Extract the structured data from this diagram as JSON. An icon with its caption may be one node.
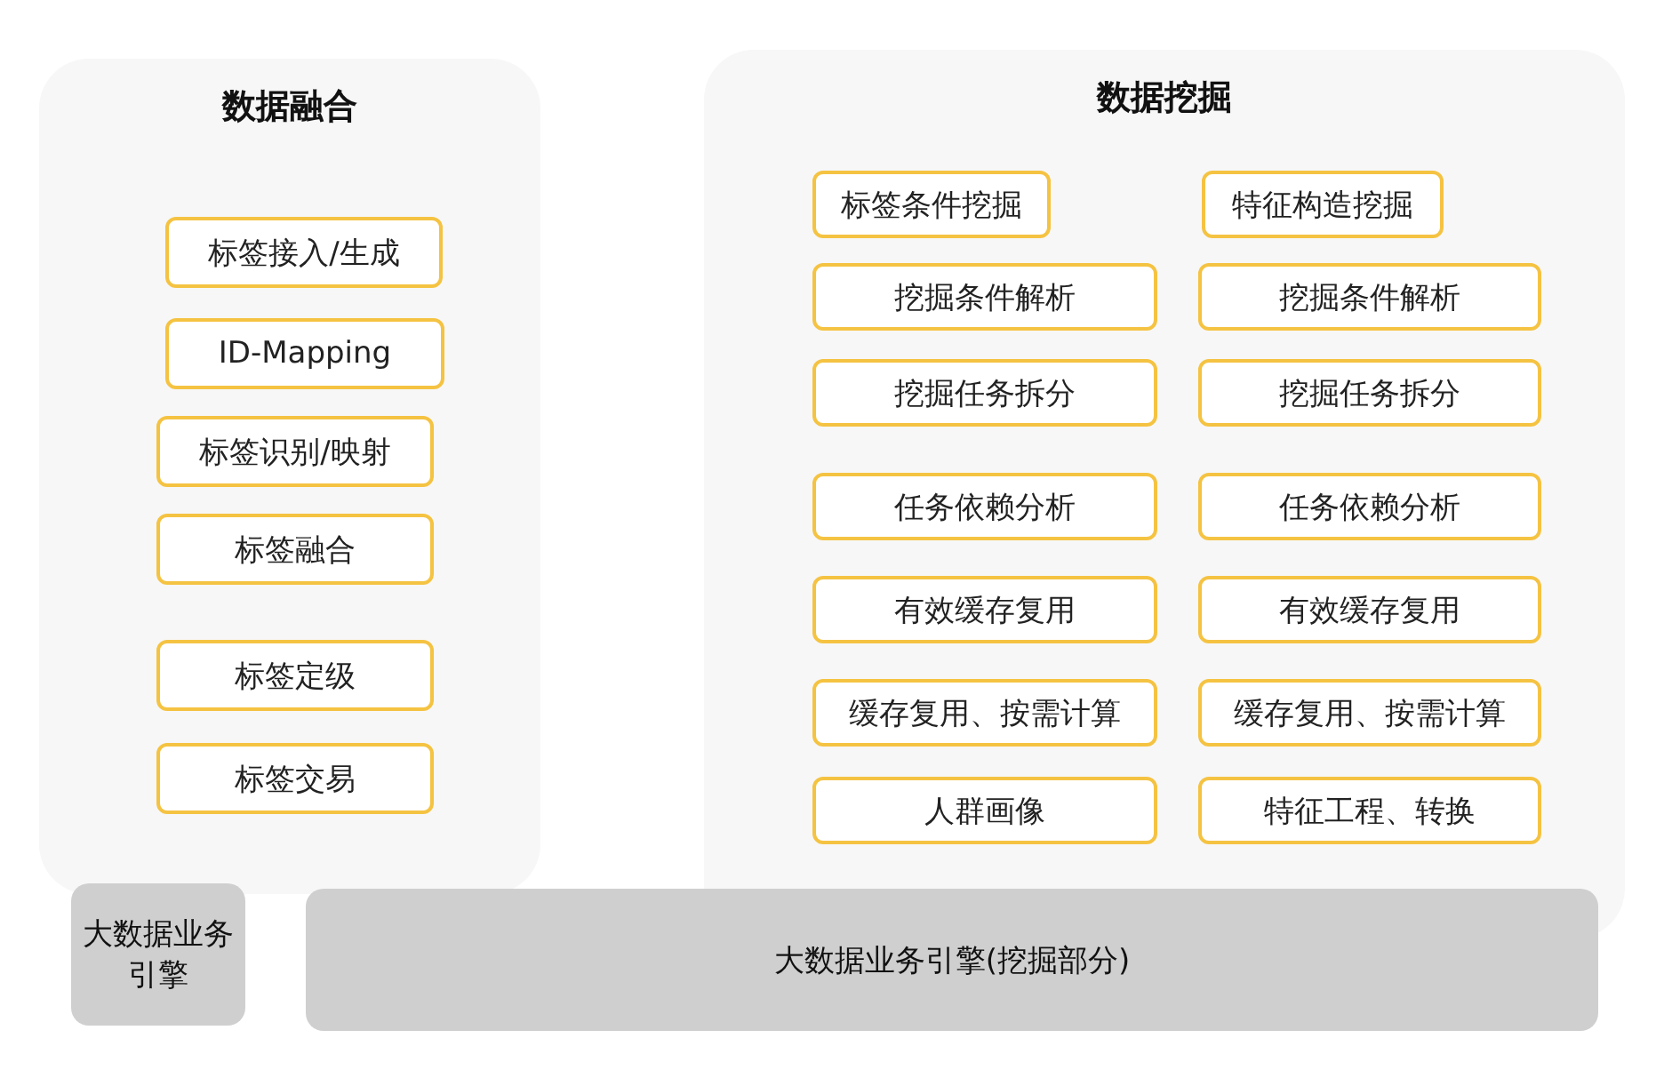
{
  "diagram": {
    "nodes": [
      {
        "text": [
          "数据融合"
        ]
      },
      {
        "text": [
          "标签接入/生成"
        ],
        "in": 0
      },
      {
        "text": [
          "ID-Mapping"
        ],
        "in": 0
      },
      {
        "text": [
          "标签识别/映射"
        ],
        "in": 0
      },
      {
        "text": [
          "标签融合"
        ],
        "in": 0
      },
      {
        "text": [
          "标签定级"
        ],
        "in": 0
      },
      {
        "text": [
          "标签交易"
        ],
        "in": 0
      },
      {
        "text": [
          "数据挖掘"
        ]
      },
      {
        "text": [
          "标签条件挖掘"
        ],
        "in": 7
      },
      {
        "text": [
          "特征构造挖掘"
        ],
        "in": 7
      },
      {
        "text": [
          "挖掘条件解析"
        ],
        "in": 7
      },
      {
        "text": [
          "挖掘条件解析"
        ],
        "in": 7
      },
      {
        "text": [
          "挖掘任务拆分"
        ],
        "in": 7
      },
      {
        "text": [
          "挖掘任务拆分"
        ],
        "in": 7
      },
      {
        "text": [
          "任务依赖分析"
        ],
        "in": 7
      },
      {
        "text": [
          "任务依赖分析"
        ],
        "in": 7
      },
      {
        "text": [
          "有效缓存复用"
        ],
        "in": 7
      },
      {
        "text": [
          "有效缓存复用"
        ],
        "in": 7
      },
      {
        "text": [
          "缓存复用、按需计算"
        ],
        "in": 7
      },
      {
        "text": [
          "缓存复用、按需计算"
        ],
        "in": 7
      },
      {
        "text": [
          "人群画像"
        ],
        "in": 7
      },
      {
        "text": [
          "特征工程、转换"
        ],
        "in": 7
      },
      {
        "text": [
          "大数据业务引擎"
        ]
      },
      {
        "text": [
          "大数据业务引擎(挖掘部分)"
        ]
      }
    ],
    "edges": []
  }
}
